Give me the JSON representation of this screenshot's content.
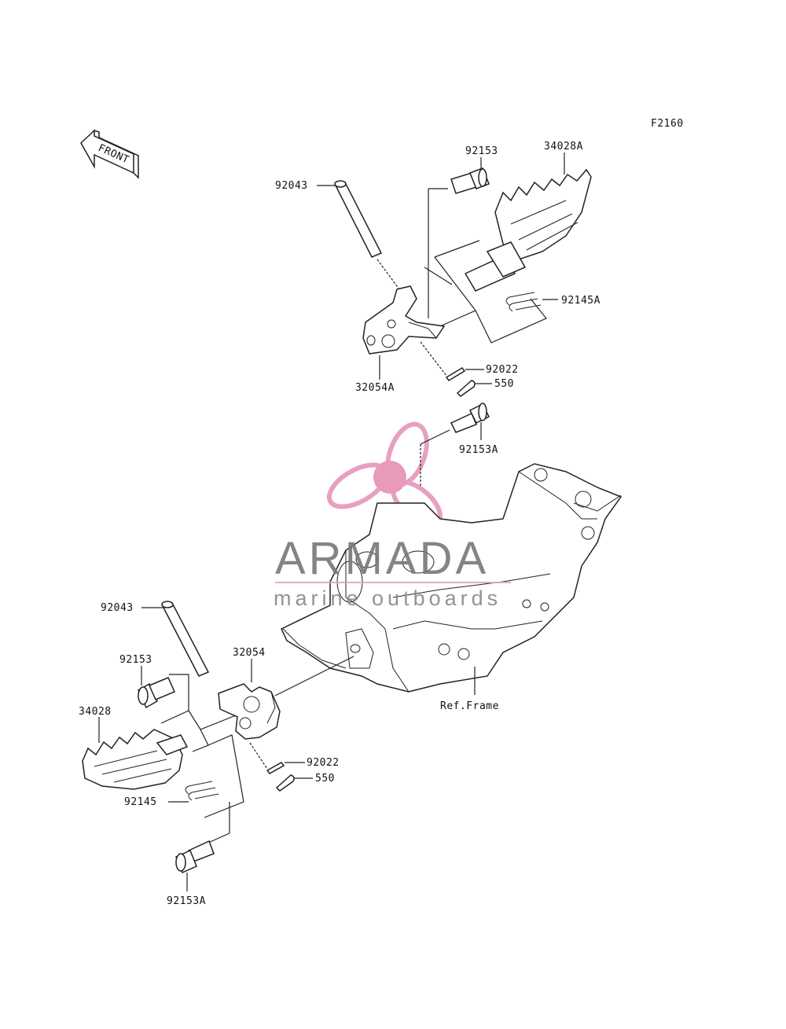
{
  "figure_code": "F2160",
  "front_arrow_label": "FRONT",
  "labels": {
    "p92153_top": "92153",
    "p34028A": "34028A",
    "p92043_top": "92043",
    "p92145A": "92145A",
    "p92022_top": "92022",
    "p550_top": "550",
    "p32054A": "32054A",
    "p92153A_top": "92153A",
    "p92043_bot": "92043",
    "p92153_bot": "92153",
    "p32054": "32054",
    "p34028": "34028",
    "p92022_bot": "92022",
    "p550_bot": "550",
    "p92145": "92145",
    "p92153A_bot": "92153A",
    "ref_frame": "Ref.Frame"
  },
  "watermark": {
    "title": "ARMADA",
    "subtitle": "marine outboards",
    "accent_color": "#e8a0c0",
    "center_color": "#e89ab8"
  }
}
